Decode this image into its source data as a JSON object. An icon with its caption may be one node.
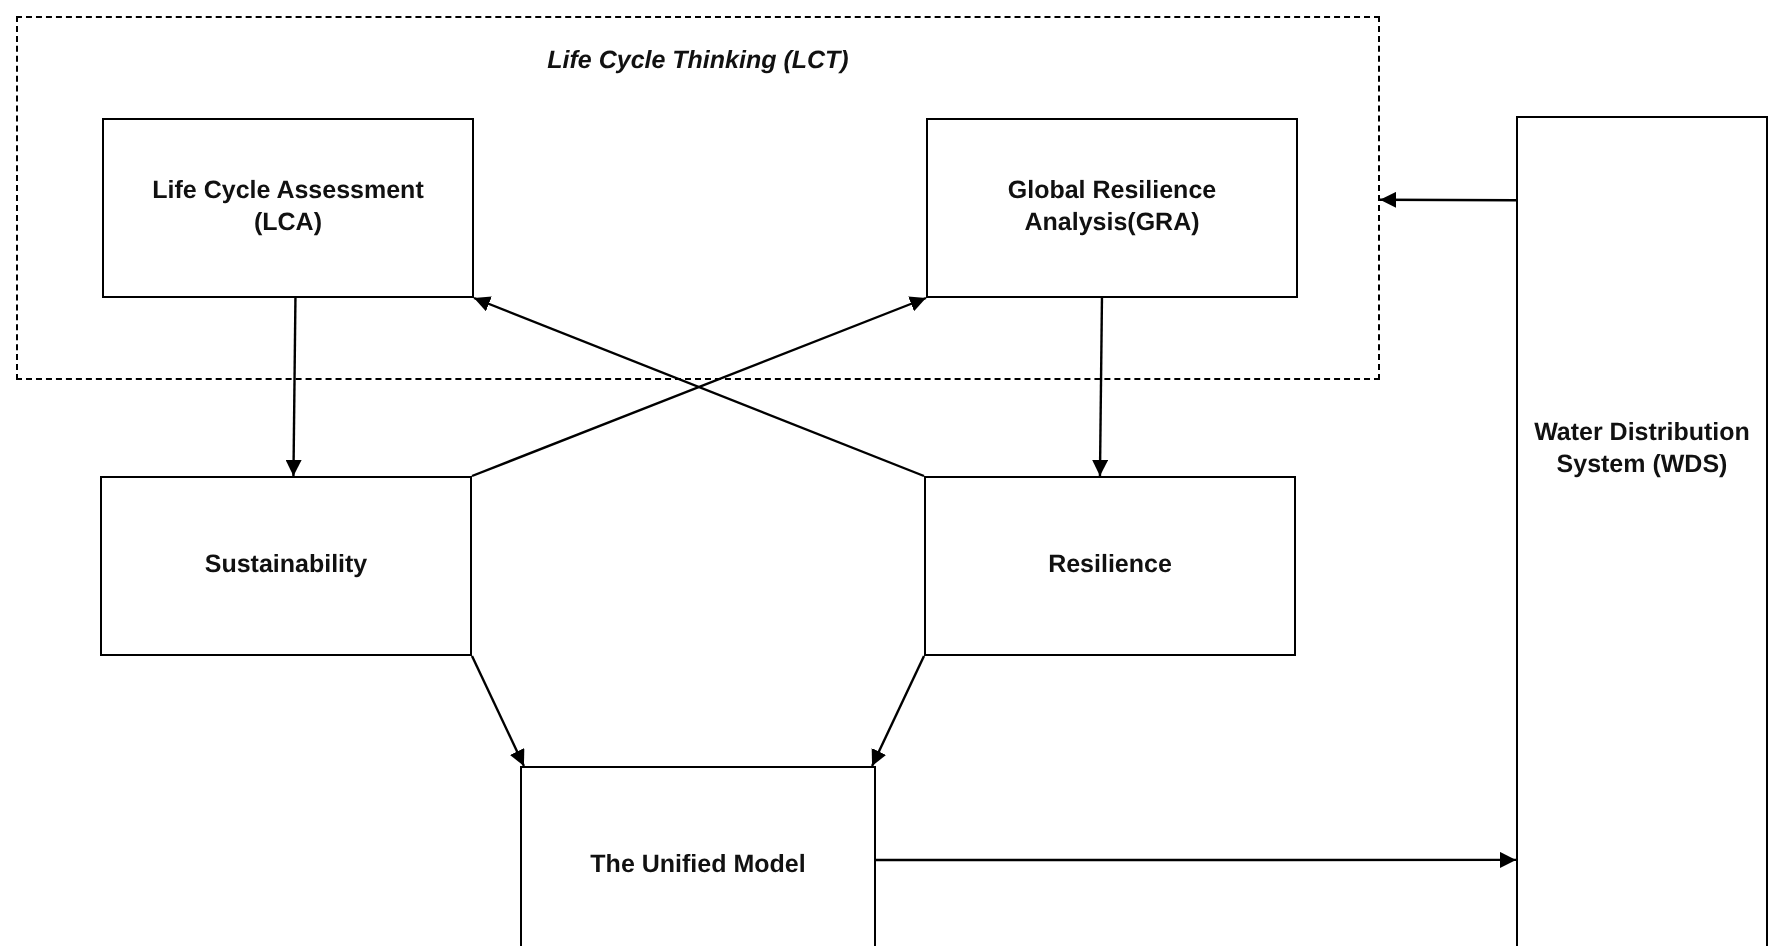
{
  "diagram": {
    "nodes": [
      {
        "text": [
          "Life Cycle Thinking (LCT)"
        ]
      },
      {
        "text": [
          "Life Cycle Assessment (LCA)"
        ],
        "in": 0
      },
      {
        "text": [
          "Global Resilience Analysis(GRA)"
        ],
        "in": 0
      },
      {
        "text": [
          "Sustainability"
        ]
      },
      {
        "text": [
          "Resilience"
        ]
      },
      {
        "text": [
          "The Unified Model"
        ]
      },
      {
        "text": [
          "Water Distribution System (WDS)"
        ]
      }
    ],
    "edges": [
      {
        "from": 1,
        "to": 3,
        "arrow": "to"
      },
      {
        "from": 3,
        "to": 2,
        "arrow": "to"
      },
      {
        "from": 4,
        "to": 1,
        "arrow": "to"
      },
      {
        "from": 2,
        "to": 4,
        "arrow": "to"
      },
      {
        "from": 3,
        "to": 5,
        "arrow": "to"
      },
      {
        "from": 4,
        "to": 5,
        "arrow": "to"
      },
      {
        "from": 5,
        "to": 6,
        "arrow": "to"
      },
      {
        "from": 6,
        "to": 0,
        "arrow": "to"
      }
    ]
  }
}
